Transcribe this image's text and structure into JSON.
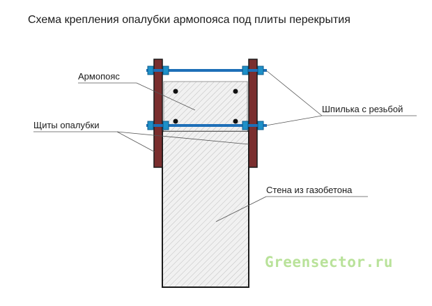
{
  "title": "Схема крепления опалубки армопояса под плиты перекрытия",
  "labels": {
    "armopoyas": "Армопояс",
    "shchity_opalubki": "Щиты опалубки",
    "shpilka": "Шпилька с резьбой",
    "stena": "Стена из газобетона"
  },
  "watermark": "Greensector.ru",
  "colors": {
    "board": "#7a2e2e",
    "rod": "#1e6fb8",
    "nut": "#1e90c8",
    "hatch": "#b5b5b5",
    "outline": "#1a1a1a",
    "leader": "#555555",
    "watermark": "#b9e29a"
  }
}
